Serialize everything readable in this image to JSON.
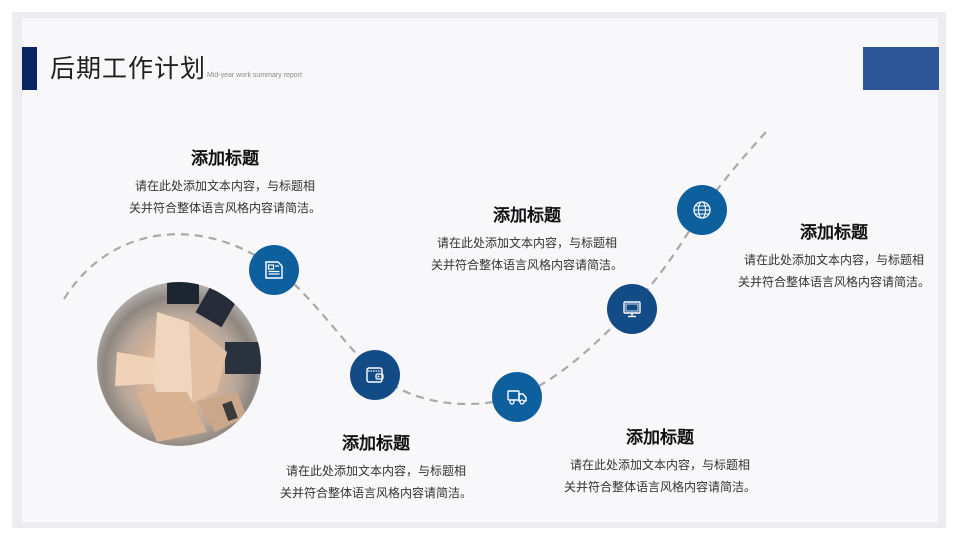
{
  "header": {
    "title": "后期工作计划",
    "subtitle": "Mid-year work summary report"
  },
  "colors": {
    "title_bar": "#0b2463",
    "corner_block": "#2e5597",
    "node_dark": "#124b86",
    "node_light": "#0e5f9e",
    "dash_line": "#a9a9ad",
    "slide_bg": "#f8f7fa"
  },
  "image": {
    "alt": "team-hands-stacked-photo"
  },
  "nodes": [
    {
      "icon": "document-icon"
    },
    {
      "icon": "wallet-icon"
    },
    {
      "icon": "truck-icon"
    },
    {
      "icon": "monitor-icon"
    },
    {
      "icon": "globe-icon"
    }
  ],
  "items": [
    {
      "title": "添加标题",
      "line1": "请在此处添加文本内容，与标题相",
      "line2": "关并符合整体语言风格内容请简洁。"
    },
    {
      "title": "添加标题",
      "line1": "请在此处添加文本内容，与标题相",
      "line2": "关并符合整体语言风格内容请简洁。"
    },
    {
      "title": "添加标题",
      "line1": "请在此处添加文本内容，与标题相",
      "line2": "关并符合整体语言风格内容请简洁。"
    },
    {
      "title": "添加标题",
      "line1": "请在此处添加文本内容，与标题相",
      "line2": "关并符合整体语言风格内容请简洁。"
    },
    {
      "title": "添加标题",
      "line1": "请在此处添加文本内容，与标题相",
      "line2": "关并符合整体语言风格内容请简洁。"
    }
  ]
}
